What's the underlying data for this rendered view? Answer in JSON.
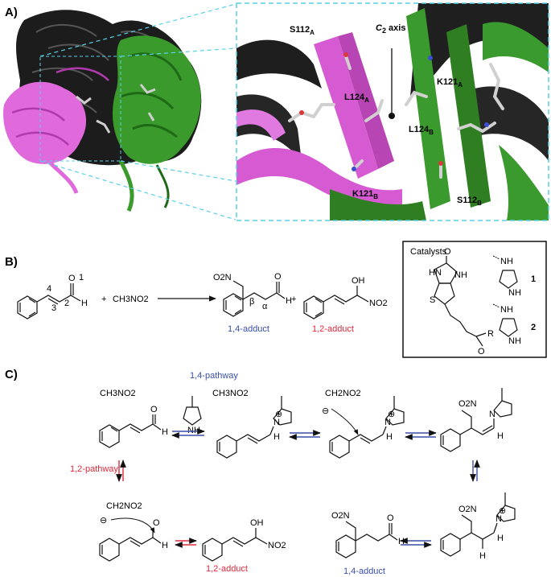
{
  "panel_a": {
    "label": "A)",
    "axis_label_main": "C",
    "axis_label_sub": "2",
    "axis_label_rest": " axis",
    "residues": [
      {
        "name": "S112",
        "sub": "A"
      },
      {
        "name": "L124",
        "sub": "A"
      },
      {
        "name": "K121",
        "sub": "A"
      },
      {
        "name": "L124",
        "sub": "B"
      },
      {
        "name": "K121",
        "sub": "B"
      },
      {
        "name": "S112",
        "sub": "B"
      }
    ],
    "colors": {
      "chain_a": "#d957d6",
      "chain_b": "#2f8c22",
      "dark": "#1a1a1a",
      "dash": "#5ad1e6"
    }
  },
  "panel_b": {
    "label": "B)",
    "reagent": "CH3NO2",
    "plus": "+",
    "atom_numbers": [
      "1",
      "2",
      "3",
      "4"
    ],
    "o_label": "O",
    "h_label": "H",
    "o2n_label": "O2N",
    "oh_label": "OH",
    "no2_label": "NO2",
    "beta": "β",
    "alpha": "α",
    "adduct_14": "1,4-adduct",
    "adduct_12": "1,2-adduct",
    "catalysts_title": "Catalysts",
    "catalyst_1": "1",
    "catalyst_2": "2",
    "nh": "NH",
    "hn": "HN",
    "r": "R",
    "s": "S"
  },
  "panel_c": {
    "label": "C)",
    "pathway_14": "1,4-pathway",
    "pathway_12": "1,2-pathway",
    "ch3no2": "CH3NO2",
    "ch2no2": "CH2NO2",
    "n_label": "N",
    "h_label": "H",
    "plus": "⊕",
    "minus": "⊖",
    "adduct_12": "1,2-adduct",
    "adduct_14": "1,4-adduct"
  }
}
